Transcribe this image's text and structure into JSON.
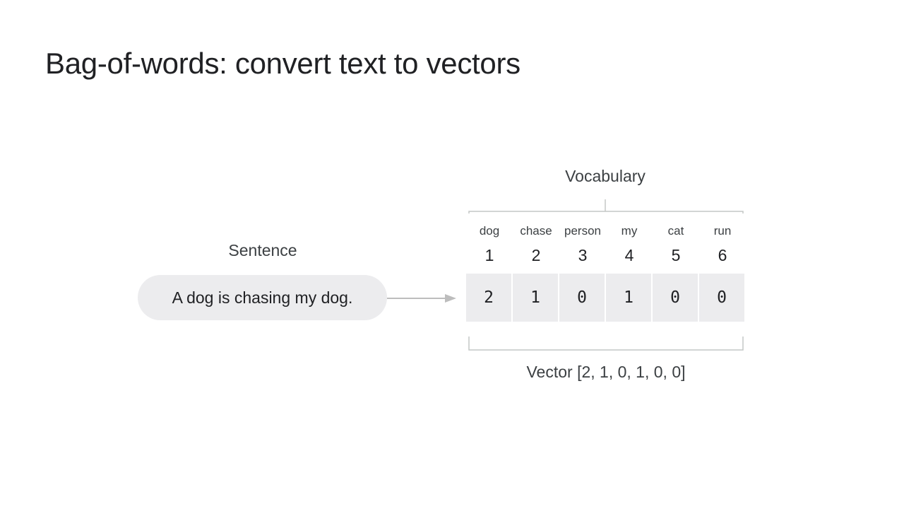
{
  "slide": {
    "title": "Bag-of-words: convert text to vectors"
  },
  "sentence": {
    "label": "Sentence",
    "text": "A dog is chasing my dog."
  },
  "vocabulary": {
    "label": "Vocabulary",
    "items": [
      {
        "word": "dog",
        "index": "1"
      },
      {
        "word": "chase",
        "index": "2"
      },
      {
        "word": "person",
        "index": "3"
      },
      {
        "word": "my",
        "index": "4"
      },
      {
        "word": "cat",
        "index": "5"
      },
      {
        "word": "run",
        "index": "6"
      }
    ]
  },
  "vector": {
    "values": [
      "2",
      "1",
      "0",
      "1",
      "0",
      "0"
    ],
    "label": "Vector [2, 1, 0, 1, 0, 0]"
  },
  "colors": {
    "cell_background": "#ececee",
    "bracket_line": "#c4c7c5",
    "arrow": "#bdbdbd"
  },
  "icons": [
    "arrow-right-icon"
  ]
}
